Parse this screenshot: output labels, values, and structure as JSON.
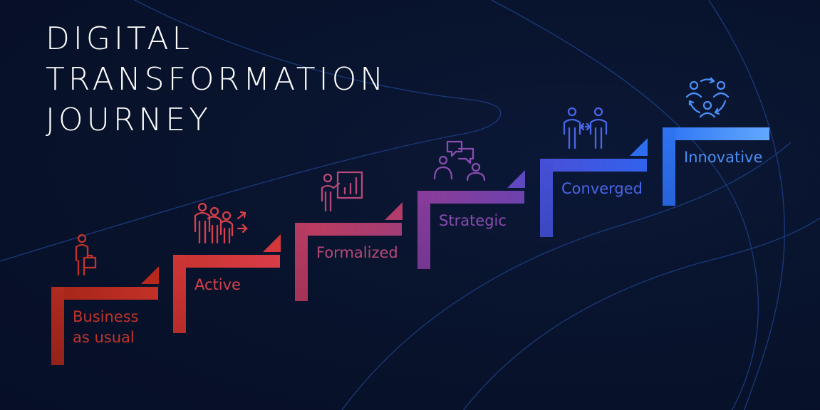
{
  "title_lines": [
    "DIGITAL",
    "TRANSFORMATION",
    "JOURNEY"
  ],
  "stages": [
    {
      "label": "Business\nas usual",
      "color": "#b8281e",
      "icon": "person-with-briefcase-icon"
    },
    {
      "label": "Active",
      "color": "#d2383b",
      "icon": "group-moving-forward-icon"
    },
    {
      "label": "Formalized",
      "color": "#b03c6a",
      "icon": "presenter-chart-icon"
    },
    {
      "label": "Strategic",
      "color": "#7f3da0",
      "icon": "people-discussing-icon"
    },
    {
      "label": "Converged",
      "color": "#3f55dd",
      "icon": "two-people-exchange-icon"
    },
    {
      "label": "Innovative",
      "color": "#2f7ef4",
      "icon": "collaboration-cycle-icon"
    }
  ],
  "colors": {
    "background": "#08122c",
    "title": "#ffffff",
    "lines": "#1b3a7c"
  }
}
